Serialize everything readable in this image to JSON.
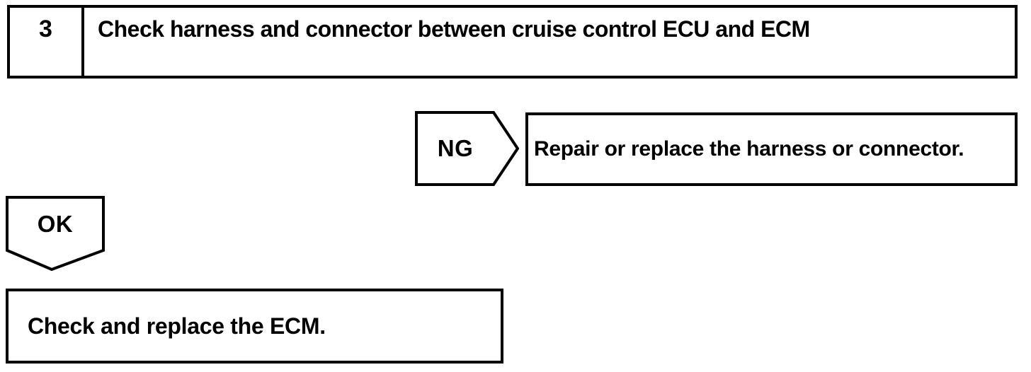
{
  "colors": {
    "ink": "#000000",
    "paper": "#ffffff"
  },
  "step": {
    "number": "3",
    "title": "Check harness and connector between cruise control ECU and ECM"
  },
  "branches": {
    "ng": {
      "label": "NG",
      "action": "Repair or replace the harness or connector."
    },
    "ok": {
      "label": "OK",
      "action": "Check and replace the ECM."
    }
  }
}
